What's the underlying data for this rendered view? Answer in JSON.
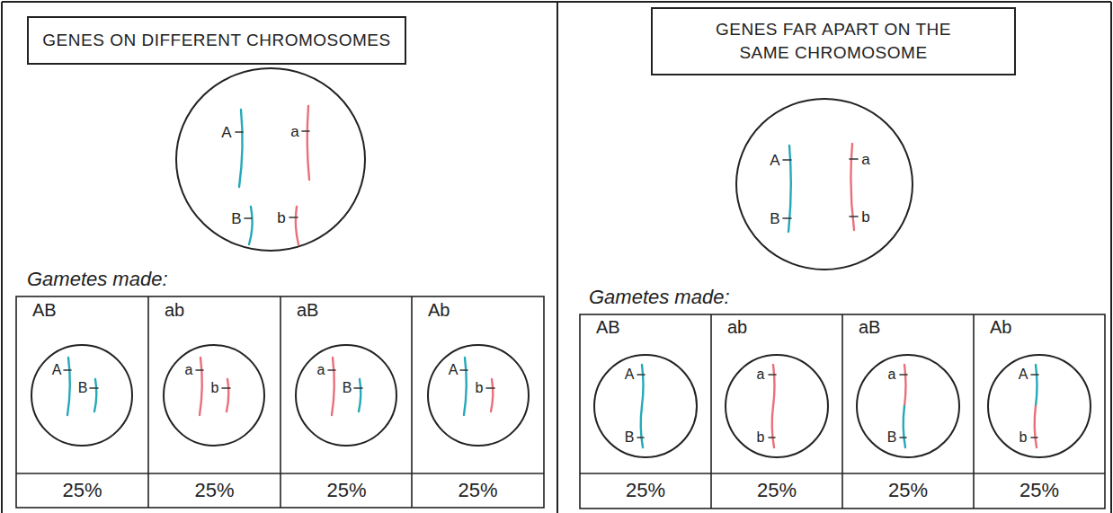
{
  "diagram": {
    "nodes": [
      {
        "text": [
          "GENES ON DIFFERENT CHROMOSOMES"
        ]
      },
      {
        "text": [
          "A",
          "a",
          "B",
          "b"
        ]
      },
      {
        "text": [
          "A",
          "B"
        ]
      },
      {
        "text": [
          "a",
          "b"
        ]
      },
      {
        "text": [
          "a",
          "B"
        ]
      },
      {
        "text": [
          "A",
          "b"
        ]
      },
      {
        "text": [
          "GENES FAR APART ON THE SAME CHROMOSOME"
        ]
      },
      {
        "text": [
          "A",
          "a",
          "B",
          "b"
        ]
      },
      {
        "text": [
          "A",
          "B"
        ]
      },
      {
        "text": [
          "a",
          "b"
        ]
      },
      {
        "text": [
          "a",
          "B"
        ]
      },
      {
        "text": [
          "A",
          "b"
        ]
      }
    ],
    "labels": [
      "Gametes made:",
      "AB",
      "ab",
      "aB",
      "Ab",
      "25%",
      "25%",
      "25%",
      "25%",
      "Gametes made:",
      "AB",
      "ab",
      "aB",
      "Ab",
      "25%",
      "25%",
      "25%",
      "25%"
    ]
  }
}
